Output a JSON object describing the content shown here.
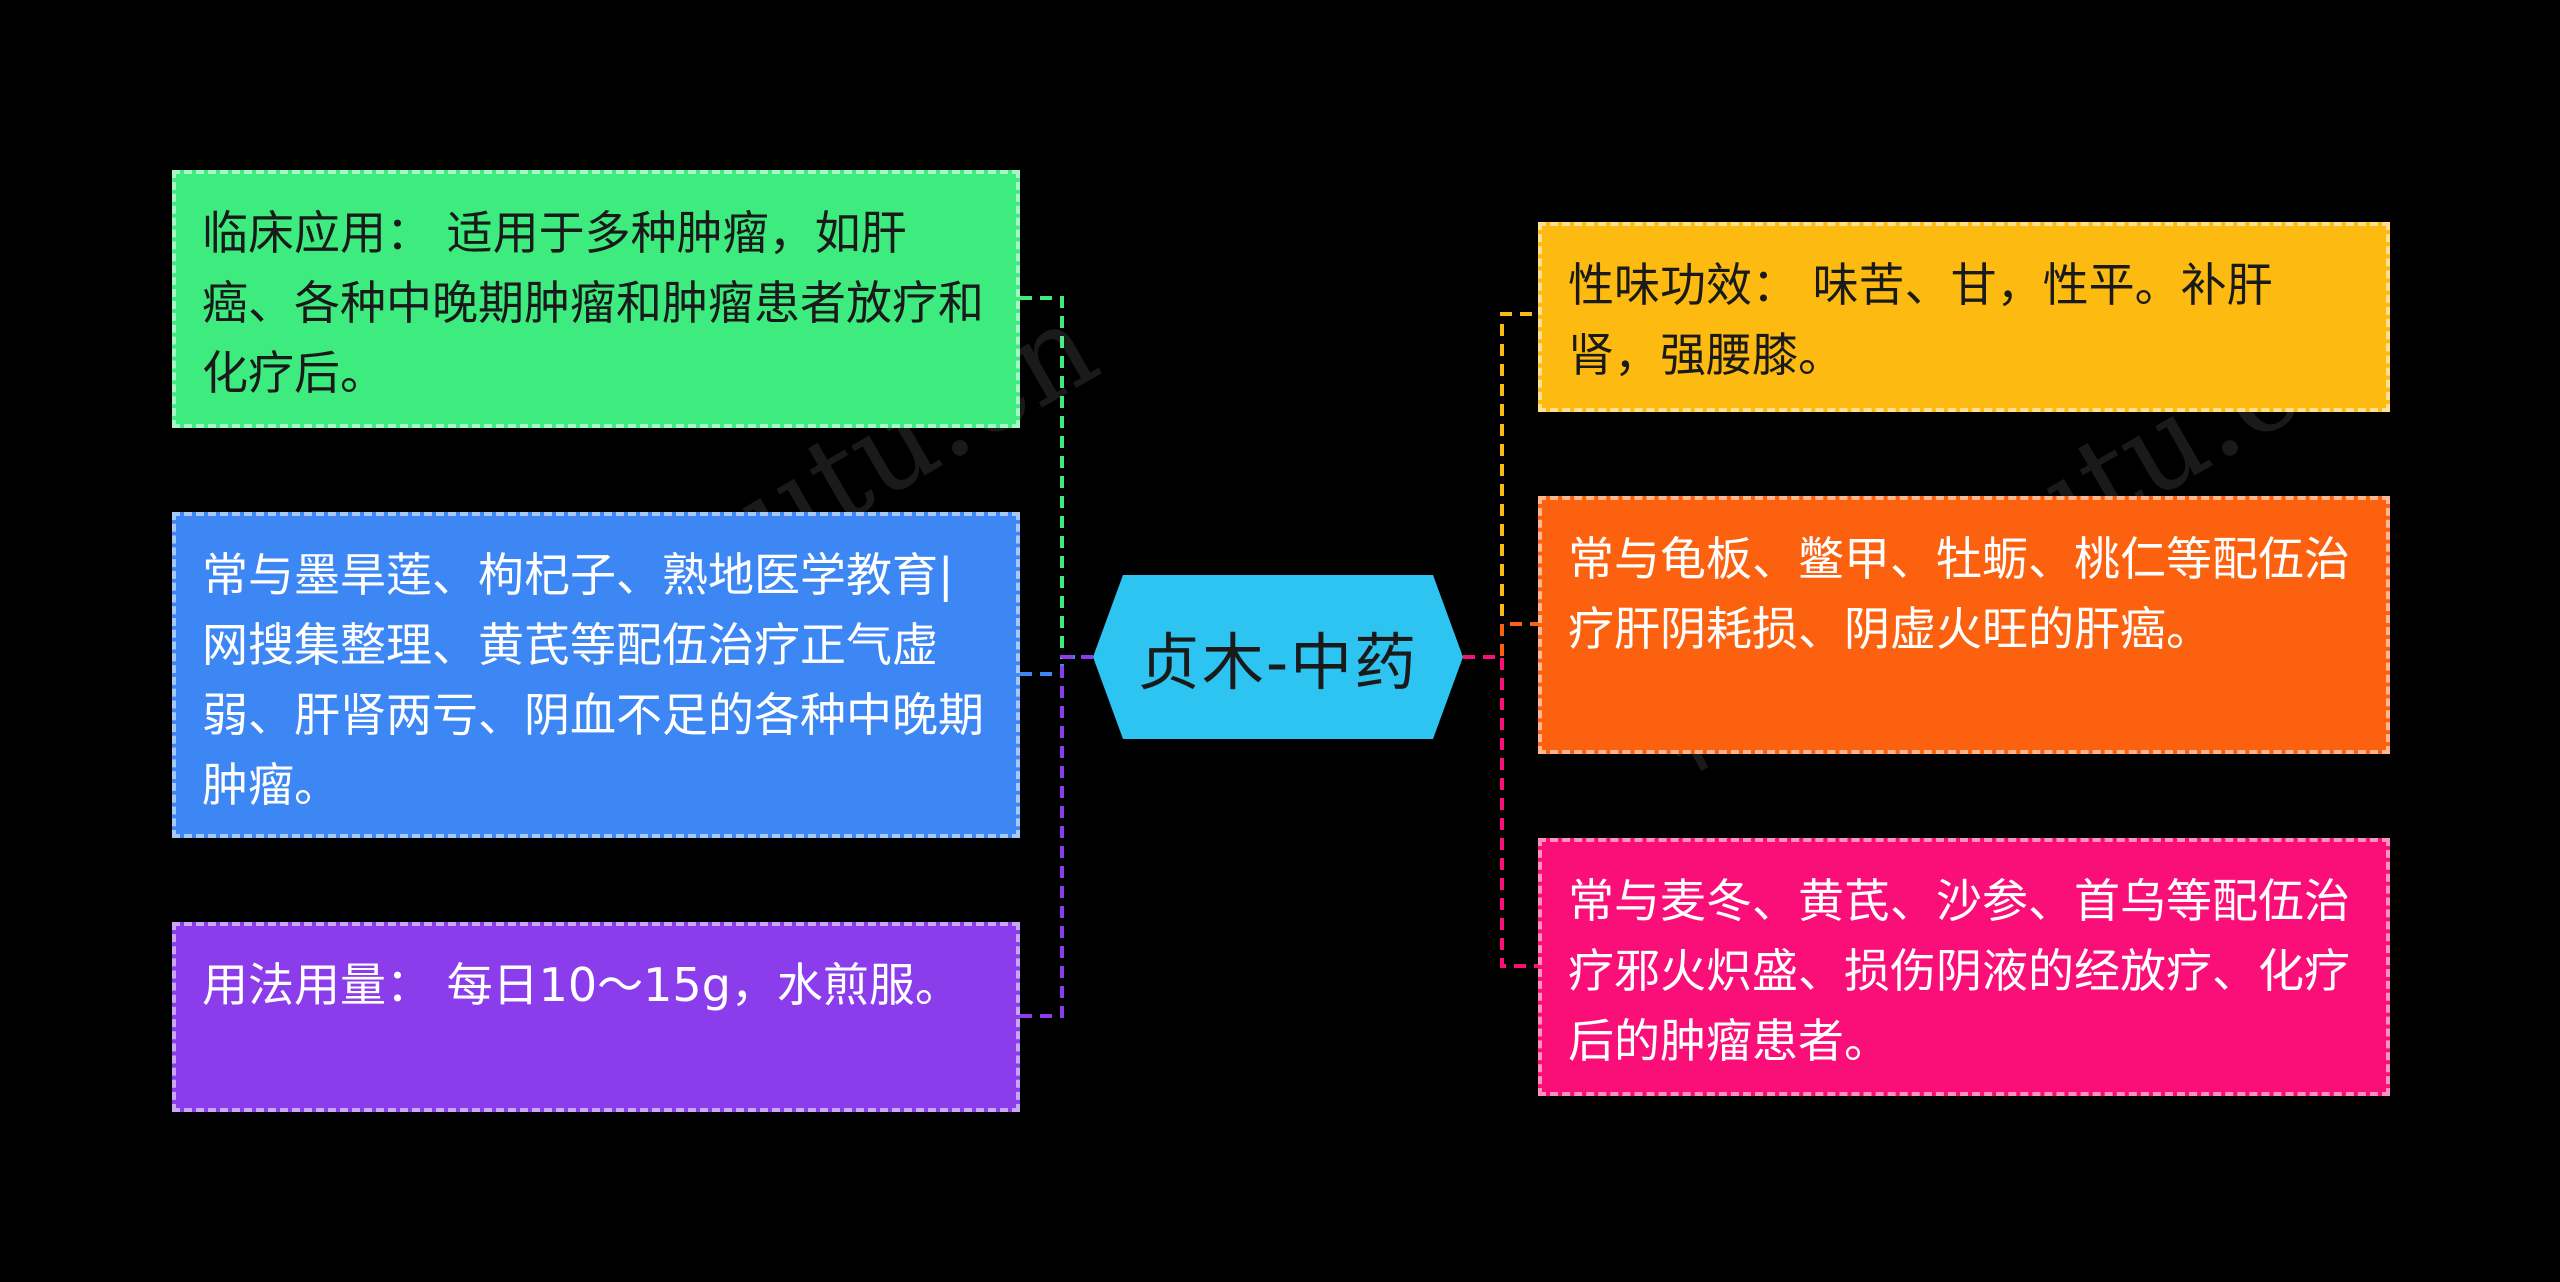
{
  "root": {
    "label": "贞木-中药",
    "color": "#2EC4F1"
  },
  "left_nodes": [
    {
      "text": "临床应用： 适用于多种肿瘤，如肝癌、各种中晚期肿瘤和肿瘤患者放疗和化疗后。",
      "color": "#3DEB7E",
      "line_color": "#3DEB7E"
    },
    {
      "text": "常与墨旱莲、枸杞子、熟地医学教育|网搜集整理、黄芪等配伍治疗正气虚弱、肝肾两亏、阴血不足的各种中晚期肿瘤。",
      "color": "#3D87F5",
      "line_color": "#3D87F5"
    },
    {
      "text": "用法用量： 每日10～15g，水煎服。",
      "color": "#8B3DEB",
      "line_color": "#8B3DEB"
    }
  ],
  "right_nodes": [
    {
      "text": "性味功效： 味苦、甘，性平。补肝肾，强腰膝。",
      "color": "#FDBB12",
      "line_color": "#FDBB12"
    },
    {
      "text": "常与龟板、鳖甲、牡蛎、桃仁等配伍治疗肝阴耗损、阴虚火旺的肝癌。",
      "color": "#FC6110",
      "line_color": "#FC6110"
    },
    {
      "text": "常与麦冬、黄芪、沙参、首乌等配伍治疗邪火炽盛、损伤阴液的经放疗、化疗后的肿瘤患者。",
      "color": "#FA0E77",
      "line_color": "#FA0E77"
    }
  ],
  "watermarks": [
    "树图 shutu.cn",
    "树图 shutu.cn"
  ]
}
